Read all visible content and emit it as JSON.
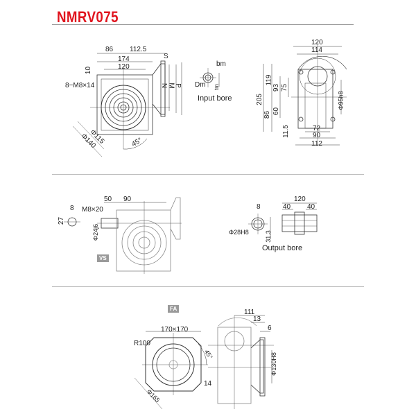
{
  "header": {
    "model": "NMRV075",
    "accent_color": "#e0141e"
  },
  "top_section": {
    "front_view": {
      "dims": {
        "d86": "86",
        "d112_5": "112.5",
        "d174": "174",
        "d120": "120",
        "d10": "10",
        "holes": "8−M8×14",
        "n": "N",
        "m": "M",
        "p": "P",
        "s": "S",
        "dia115": "Φ115",
        "dia140": "Φ140",
        "angle45": "45°"
      }
    },
    "input_bore": {
      "label": "Input bore",
      "bm": "bm",
      "dm": "Dm",
      "tm": "tm"
    },
    "side_view": {
      "dims": {
        "d120": "120",
        "d114": "114",
        "d205": "205",
        "d119": "119",
        "d93": "93",
        "d75": "75",
        "d86": "86",
        "d60": "60",
        "d11_5": "11.5",
        "d72": "72",
        "d90": "90",
        "d112": "112",
        "dia95": "Φ95h8"
      }
    }
  },
  "middle_section": {
    "vs_view": {
      "tag": "VS",
      "dims": {
        "d8": "8",
        "d27": "27",
        "thread": "M8×20",
        "d50": "50",
        "d90": "90",
        "dia24": "Φ24j6"
      }
    },
    "output_bore": {
      "label": "Output bore",
      "dims": {
        "d8": "8",
        "dia28": "Φ28H8",
        "d31_3": "31.3",
        "d120": "120",
        "d40a": "40",
        "d40b": "40"
      }
    }
  },
  "bottom_section": {
    "fa_view": {
      "tag": "FA",
      "dims": {
        "square": "170×170",
        "r100": "R100",
        "angle45": "45°",
        "d14": "14",
        "dia165": "Φ165",
        "d111": "111",
        "d13": "13",
        "d6": "6",
        "dia130": "Φ130H8"
      }
    }
  }
}
